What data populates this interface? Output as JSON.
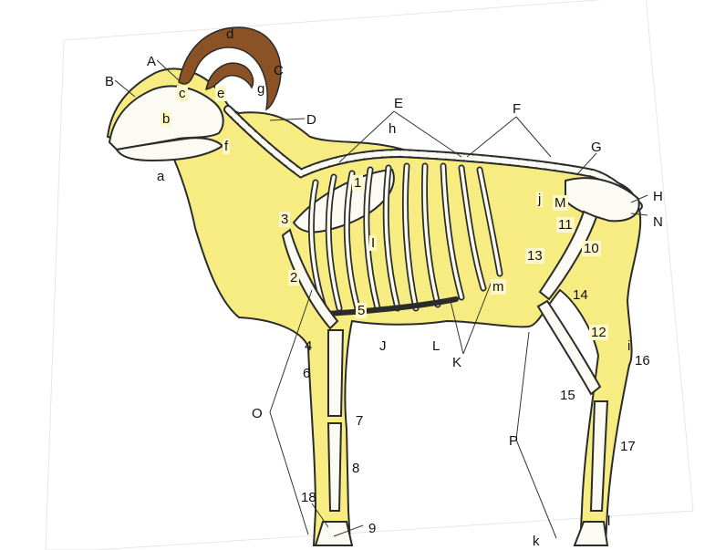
{
  "diagram": {
    "colors": {
      "body_fill": "#f7ec82",
      "bone_fill": "#fbfbf4",
      "horn_fill": "#8a5225",
      "outline": "#2b2b2b",
      "page": "#ffffff"
    },
    "labels": {
      "upper": [
        "A",
        "B",
        "C",
        "D",
        "E",
        "F",
        "G",
        "H",
        "I",
        "J",
        "K",
        "L",
        "M",
        "N",
        "O",
        "P"
      ],
      "lower": [
        "a",
        "b",
        "c",
        "d",
        "e",
        "f",
        "g",
        "h",
        "i",
        "j",
        "k",
        "l",
        "m"
      ],
      "numbers": [
        "1",
        "2",
        "3",
        "4",
        "5",
        "6",
        "7",
        "8",
        "9",
        "10",
        "11",
        "12",
        "13",
        "14",
        "15",
        "16",
        "17",
        "18"
      ]
    }
  }
}
